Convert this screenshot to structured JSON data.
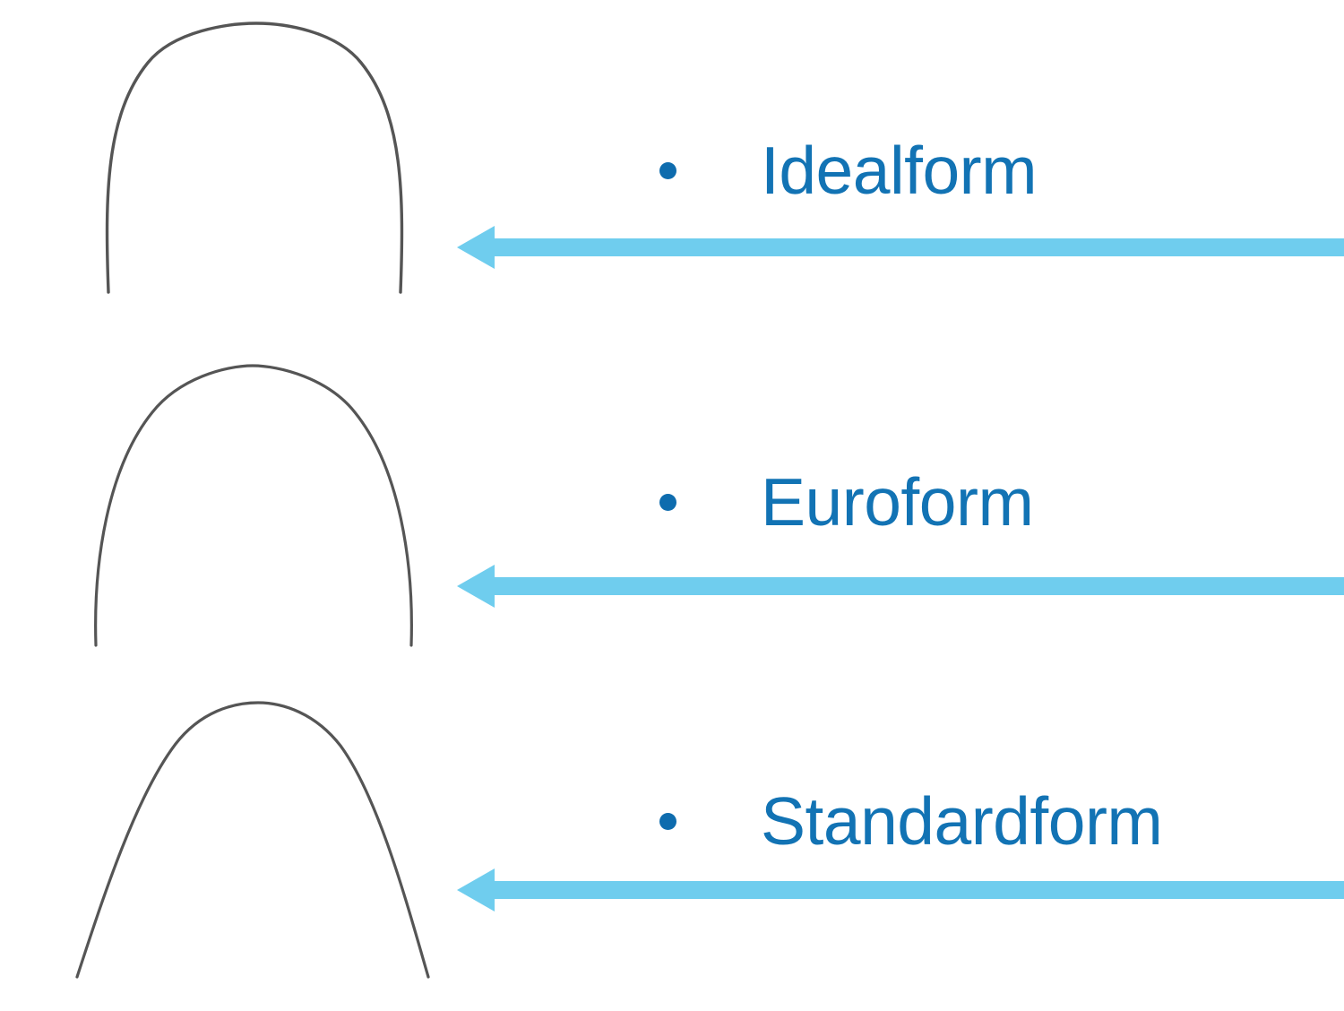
{
  "slide": {
    "background_color": "#ffffff",
    "accent_text_color": "#1273b4",
    "bullet_color": "#0e6cae",
    "arrow_color": "#6fcdee",
    "arch_line_color": "#555555"
  },
  "items": [
    {
      "label": "Idealform",
      "bullet": "•",
      "arch_name": "dental-arch-idealform",
      "arch_description": "rounded U-shaped dental arch wire with near-vertical legs",
      "arrow_name": "arrow-left-idealform",
      "arrow_direction": "left"
    },
    {
      "label": "Euroform",
      "bullet": "•",
      "arch_name": "dental-arch-euroform",
      "arch_description": "tall narrow ovoid dental arch wire with slightly flaring legs",
      "arrow_name": "arrow-left-euroform",
      "arrow_direction": "left"
    },
    {
      "label": "Standardform",
      "bullet": "•",
      "arch_name": "dental-arch-standardform",
      "arch_description": "wide dental arch wire with strongly splayed tapering legs",
      "arrow_name": "arrow-left-standardform",
      "arrow_direction": "left"
    }
  ]
}
